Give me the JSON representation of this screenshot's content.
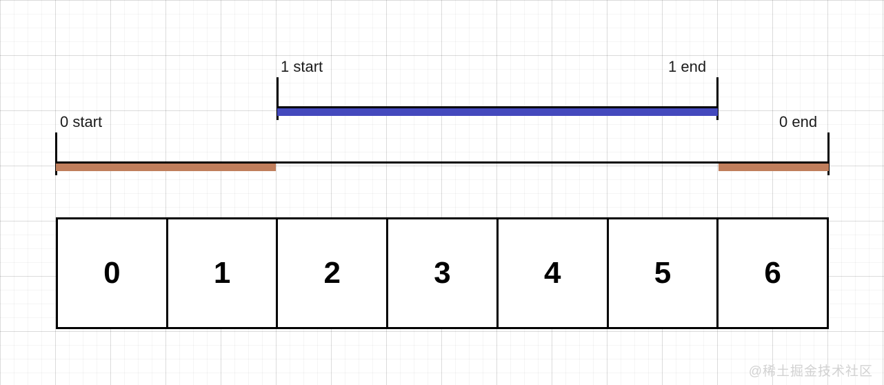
{
  "diagram": {
    "title": "interval-overlap-diagram",
    "colors": {
      "interval_0": "#c07e5c",
      "interval_1": "#4449bd",
      "axis": "#000000",
      "grid_minor": "#f2f2f2",
      "grid_major": "#e4e4e4"
    },
    "intervals": [
      {
        "id": "1",
        "color": "#4449bd",
        "start_label": "1 start",
        "end_label": "1 end",
        "start_index": 2,
        "end_index": 6,
        "segments": [
          {
            "from_index": 2,
            "to_index": 6
          }
        ]
      },
      {
        "id": "0",
        "color": "#c07e5c",
        "start_label": "0 start",
        "end_label": "0 end",
        "start_index": 0,
        "end_index": 7,
        "segments": [
          {
            "from_index": 0,
            "to_index": 2
          },
          {
            "from_index": 6,
            "to_index": 7
          }
        ]
      }
    ],
    "cells": [
      {
        "label": "0"
      },
      {
        "label": "1"
      },
      {
        "label": "2"
      },
      {
        "label": "3"
      },
      {
        "label": "4"
      },
      {
        "label": "5"
      },
      {
        "label": "6"
      }
    ]
  },
  "watermark": {
    "text": "@稀土掘金技术社区"
  }
}
